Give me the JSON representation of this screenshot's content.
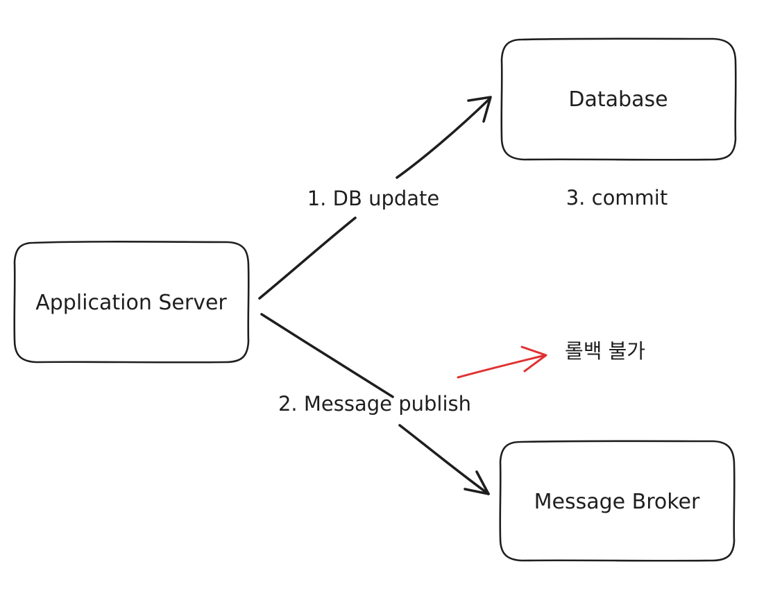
{
  "nodes": {
    "app_server": {
      "label": "Application Server"
    },
    "database": {
      "label": "Database"
    },
    "message_broker": {
      "label": "Message Broker"
    }
  },
  "edges": {
    "db_update": {
      "label": "1. DB update"
    },
    "message_publish": {
      "label": "2. Message publish"
    }
  },
  "annotations": {
    "commit": {
      "label": "3. commit"
    },
    "rollback_note": {
      "label": "롤백 불가",
      "color": "#e03131"
    }
  },
  "colors": {
    "stroke": "#1e1e1e",
    "background": "#ffffff",
    "warning": "#e03131"
  }
}
